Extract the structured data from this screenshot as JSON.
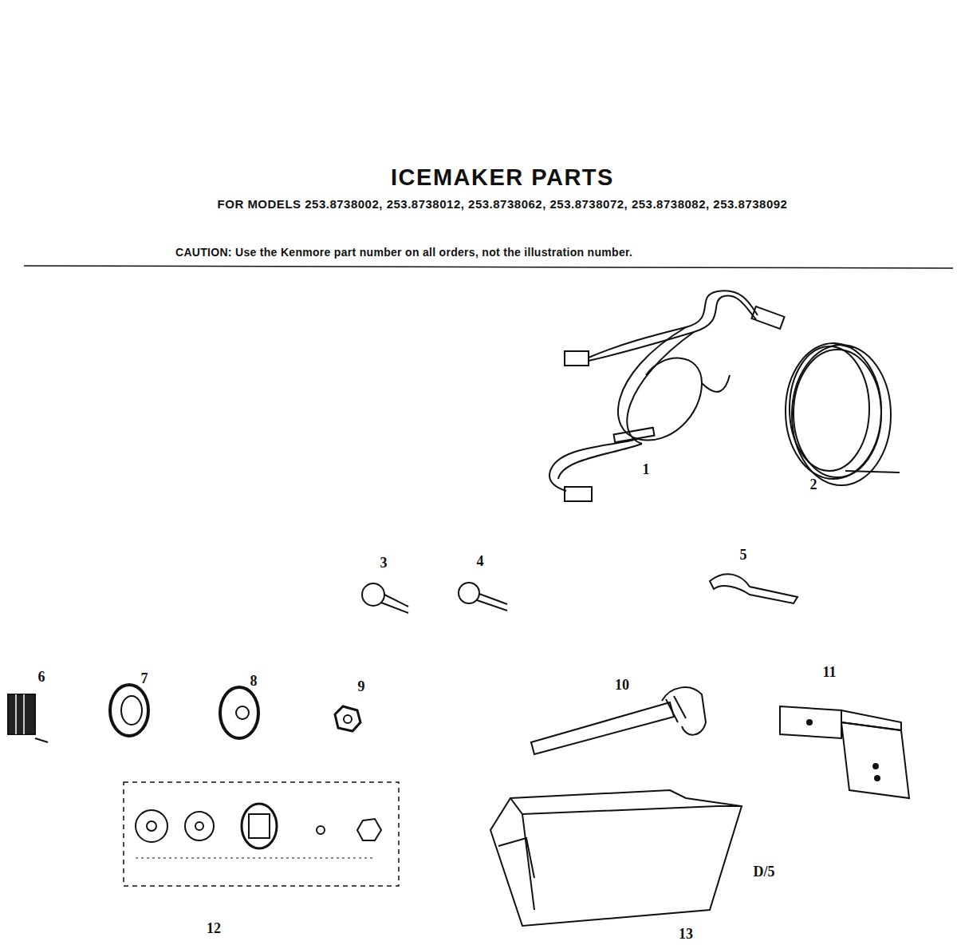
{
  "diagram": {
    "title": "ICEMAKER PARTS",
    "labels": [
      "FOR MODELS 253.8738002, 253.8738012, 253.8738062, 253.8738072, 253.8738082, 253.8738092",
      "CAUTION: Use the Kenmore part number on all orders, not the illustration number.",
      "1",
      "2",
      "3",
      "4",
      "5",
      "6",
      "7",
      "8",
      "9",
      "10",
      "11",
      "12",
      "13",
      "D/5"
    ]
  }
}
